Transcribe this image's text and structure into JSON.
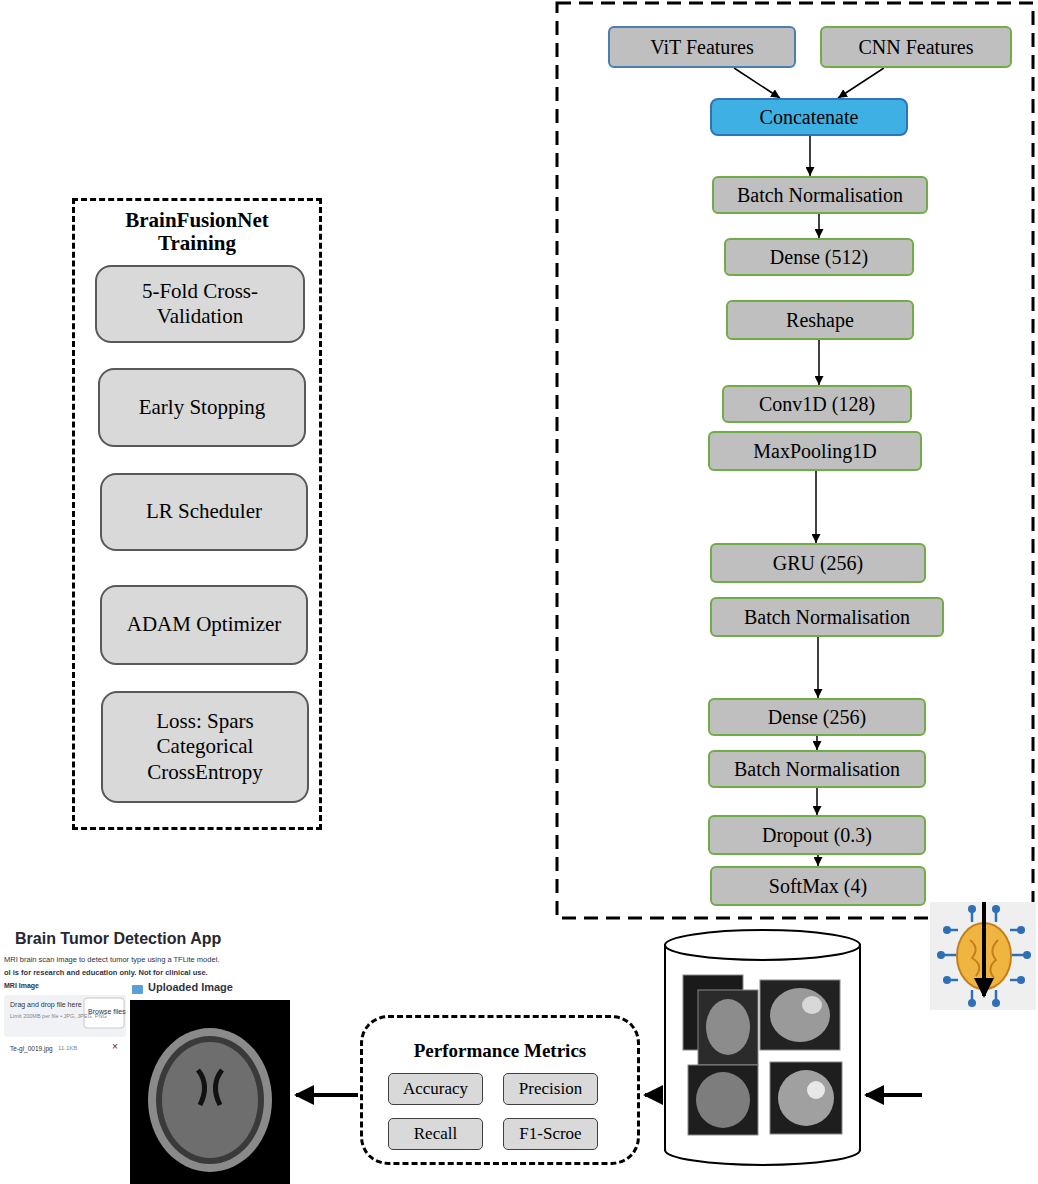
{
  "diagram": {
    "nodes": [
      {
        "text": [
          "ViT Features"
        ]
      },
      {
        "text": [
          "CNN Features"
        ]
      },
      {
        "text": [
          "Concatenate"
        ]
      },
      {
        "text": [
          "Batch Normalisation"
        ]
      },
      {
        "text": [
          "Dense (512)"
        ]
      },
      {
        "text": [
          "Reshape"
        ]
      },
      {
        "text": [
          "Conv1D (128)"
        ]
      },
      {
        "text": [
          "MaxPooling1D"
        ]
      },
      {
        "text": [
          "GRU (256)"
        ]
      },
      {
        "text": [
          "Batch Normalisation"
        ]
      },
      {
        "text": [
          "Dense (256)"
        ]
      },
      {
        "text": [
          "Batch Normalisation"
        ]
      },
      {
        "text": [
          "Dropout (0.3)"
        ]
      },
      {
        "text": [
          "SoftMax (4)"
        ]
      },
      {
        "text": [
          "BrainFusionNet Training"
        ]
      },
      {
        "text": [
          "5-Fold Cross-Validation"
        ],
        "in": 14
      },
      {
        "text": [
          "Early Stopping"
        ],
        "in": 14
      },
      {
        "text": [
          "LR Scheduler"
        ],
        "in": 14
      },
      {
        "text": [
          "ADAM Optimizer"
        ],
        "in": 14
      },
      {
        "text": [
          "Loss: Spars Categorical CrossEntropy"
        ],
        "in": 14
      },
      {
        "text": [
          "Performance Metrics"
        ]
      },
      {
        "text": [
          "Accuracy"
        ],
        "in": 20
      },
      {
        "text": [
          "Precision"
        ],
        "in": 20
      },
      {
        "text": [
          "Recall"
        ],
        "in": 20
      },
      {
        "text": [
          "F1-Scroe"
        ],
        "in": 20
      }
    ],
    "edges": [
      {
        "from": 0,
        "to": 2,
        "arrow": "to"
      },
      {
        "from": 1,
        "to": 2,
        "arrow": "to"
      },
      {
        "from": 2,
        "to": 3,
        "arrow": "to"
      },
      {
        "from": 3,
        "to": 4,
        "arrow": "to"
      },
      {
        "from": 5,
        "to": 6,
        "arrow": "to"
      },
      {
        "from": 7,
        "to": 8,
        "arrow": "to"
      },
      {
        "from": 9,
        "to": 10,
        "arrow": "to"
      },
      {
        "from": 10,
        "to": 11,
        "arrow": "to"
      },
      {
        "from": 11,
        "to": 12,
        "arrow": "to"
      },
      {
        "from": 12,
        "to": 13,
        "arrow": "to"
      }
    ],
    "labels": [
      "Brain Tumor Detection App",
      "MRI brain scan image to detect tumor type using a TFLite model.",
      "ol is for research and education only. Not for clinical use.",
      "MRI Image",
      "Drag and drop file here",
      "Limit 200MB per file • JPG, JPEG, PNG",
      "Browse files",
      "Uploaded Image",
      "Te-gl_0019.jpg",
      "11.1KB",
      "×"
    ]
  }
}
